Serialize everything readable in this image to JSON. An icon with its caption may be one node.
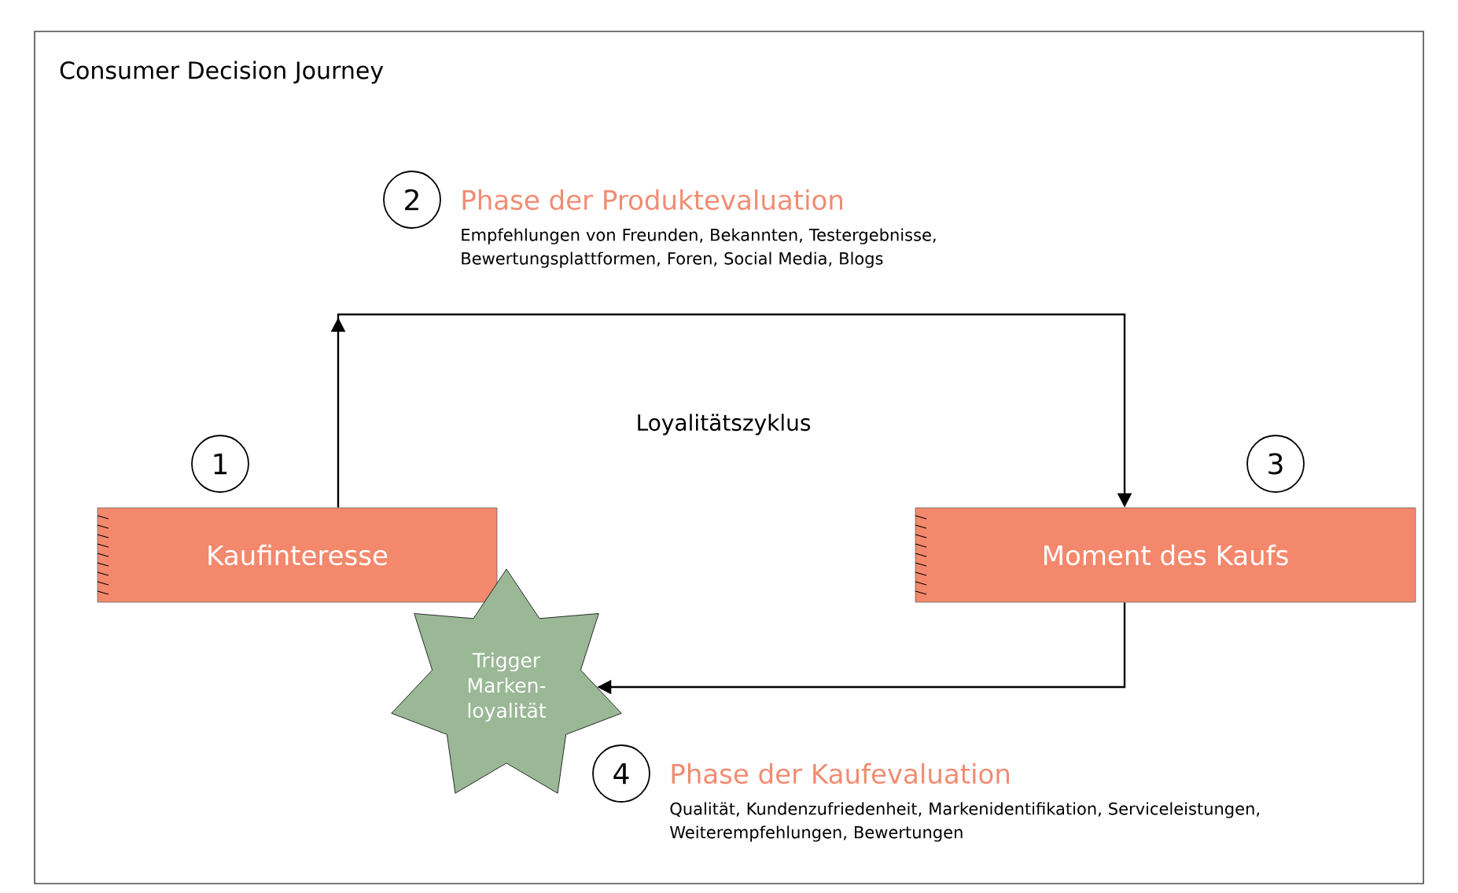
{
  "diagram": {
    "title": "Consumer Decision Journey",
    "nodes": [
      {
        "text": [
          "2"
        ],
        "beside": [
          "Phase der Produktevaluation",
          "Empfehlungen von Freunden, Bekannten, Testergebnisse, Bewertungsplattformen, Foren, Social Media, Blogs"
        ]
      },
      {
        "text": [
          "1"
        ]
      },
      {
        "text": [
          "3"
        ]
      },
      {
        "text": [
          "Kaufinteresse"
        ]
      },
      {
        "text": [
          "Moment des Kaufs"
        ]
      },
      {
        "text": [
          "Trigger Marken-loyalität"
        ]
      },
      {
        "text": [
          "4"
        ],
        "beside": [
          "Phase der Kaufevaluation",
          "Qualität, Kundenzufriedenheit, Markenidentifikation, Serviceleistungen, Weiterempfehlungen, Bewertungen"
        ]
      }
    ],
    "edges": [
      {
        "from": 3,
        "to": 4,
        "arrow": "to"
      },
      {
        "from": 4,
        "to": 5,
        "arrow": "to"
      }
    ],
    "labels": [
      "Loyalitätszyklus"
    ]
  }
}
